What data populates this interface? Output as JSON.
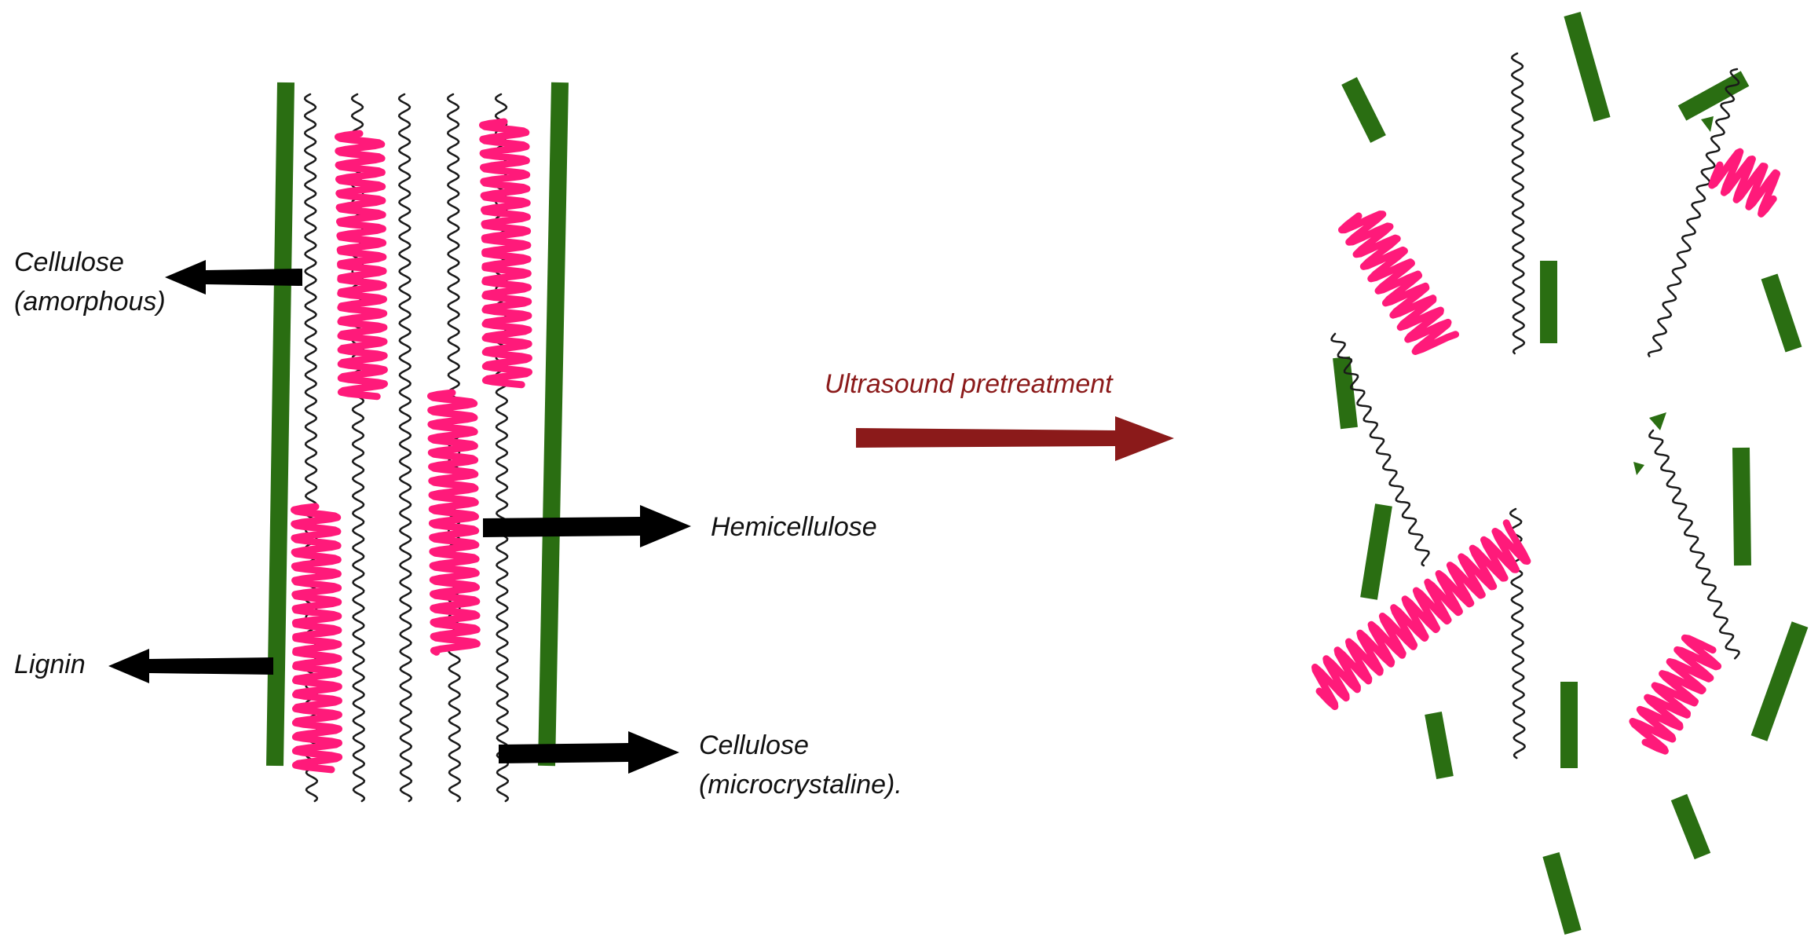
{
  "labels": {
    "cellulose_amorphous_line1": "Cellulose",
    "cellulose_amorphous_line2": "(amorphous)",
    "lignin": "Lignin",
    "hemicellulose": "Hemicellulose",
    "cellulose_micro_line1": "Cellulose",
    "cellulose_micro_line2": "(microcrystaline).",
    "process": "Ultrasound pretreatment"
  },
  "colors": {
    "lignin": "#2a6e12",
    "hemicellulose": "#ff1a7a",
    "cellulose": "#1a1a1a",
    "label_arrow": "#000000",
    "process_arrow": "#8b1a1a"
  }
}
